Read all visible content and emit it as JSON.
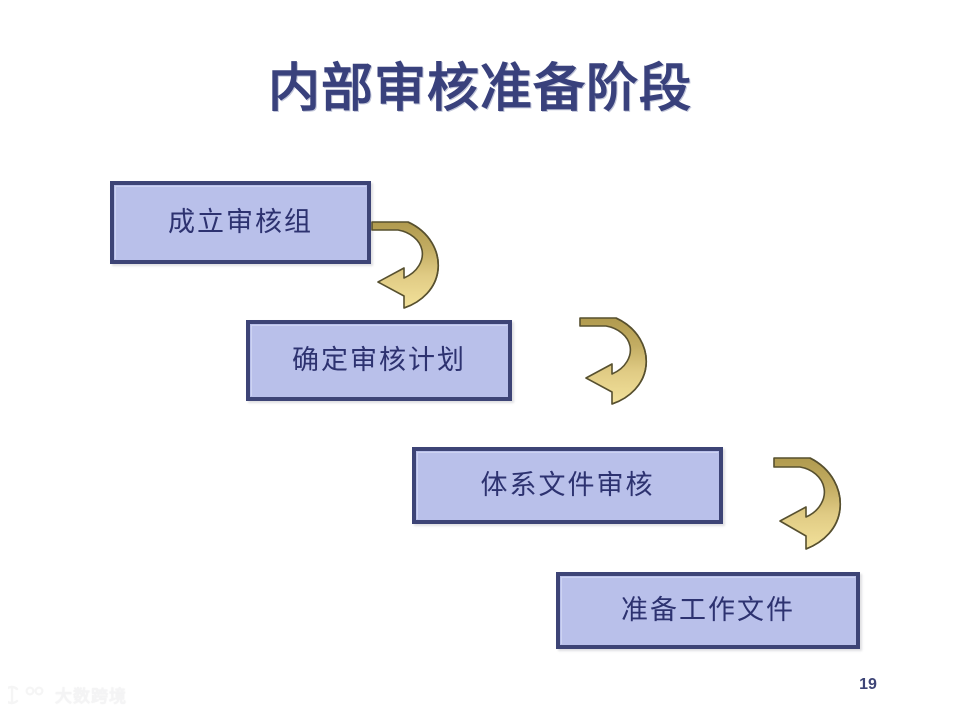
{
  "slide": {
    "title": "内部审核准备阶段",
    "page_number": "19",
    "background_color": "#ffffff",
    "title_color": "#39417c"
  },
  "process": {
    "box_fill_color": "#b9c0ea",
    "box_border_color": "#3d4476",
    "box_text_color": "#2d3270",
    "steps": [
      {
        "label": "成立审核组"
      },
      {
        "label": "确定审核计划"
      },
      {
        "label": "体系文件审核"
      },
      {
        "label": "准备工作文件"
      }
    ]
  },
  "arrows": {
    "icon": "curved-down-left-arrow-icon",
    "count": 3,
    "color_dark": "#b9a354",
    "color_light": "#f0de93",
    "outline_color": "#5a5130"
  },
  "watermark": {
    "text": "大数跨境",
    "mark": "logo-mark-icon",
    "color": "#ececed"
  }
}
